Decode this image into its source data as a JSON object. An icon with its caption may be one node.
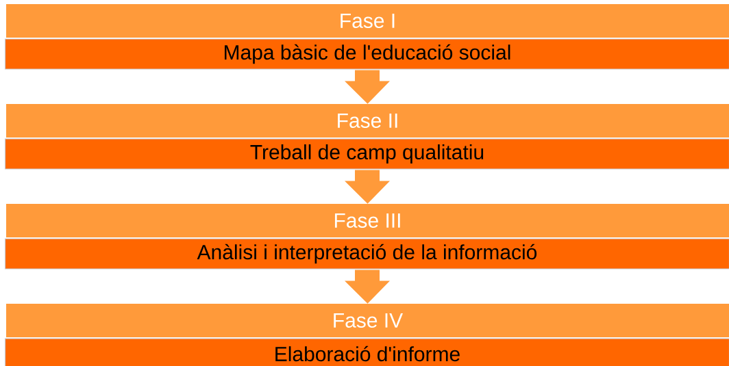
{
  "diagram": {
    "nodes": [
      {
        "text": [
          "Fase I"
        ]
      },
      {
        "text": [
          "Mapa bàsic de l'educació social"
        ]
      },
      {
        "text": [
          "Fase II"
        ]
      },
      {
        "text": [
          "Treball de camp qualitatiu"
        ]
      },
      {
        "text": [
          "Fase III"
        ]
      },
      {
        "text": [
          "Anàlisi i interpretació de la informació"
        ]
      },
      {
        "text": [
          "Fase IV"
        ]
      },
      {
        "text": [
          "Elaboració d'informe"
        ]
      }
    ],
    "edges": [
      {
        "from": 1,
        "to": 2,
        "arrow": "to"
      },
      {
        "from": 3,
        "to": 4,
        "arrow": "to"
      },
      {
        "from": 5,
        "to": 6,
        "arrow": "to"
      }
    ]
  }
}
